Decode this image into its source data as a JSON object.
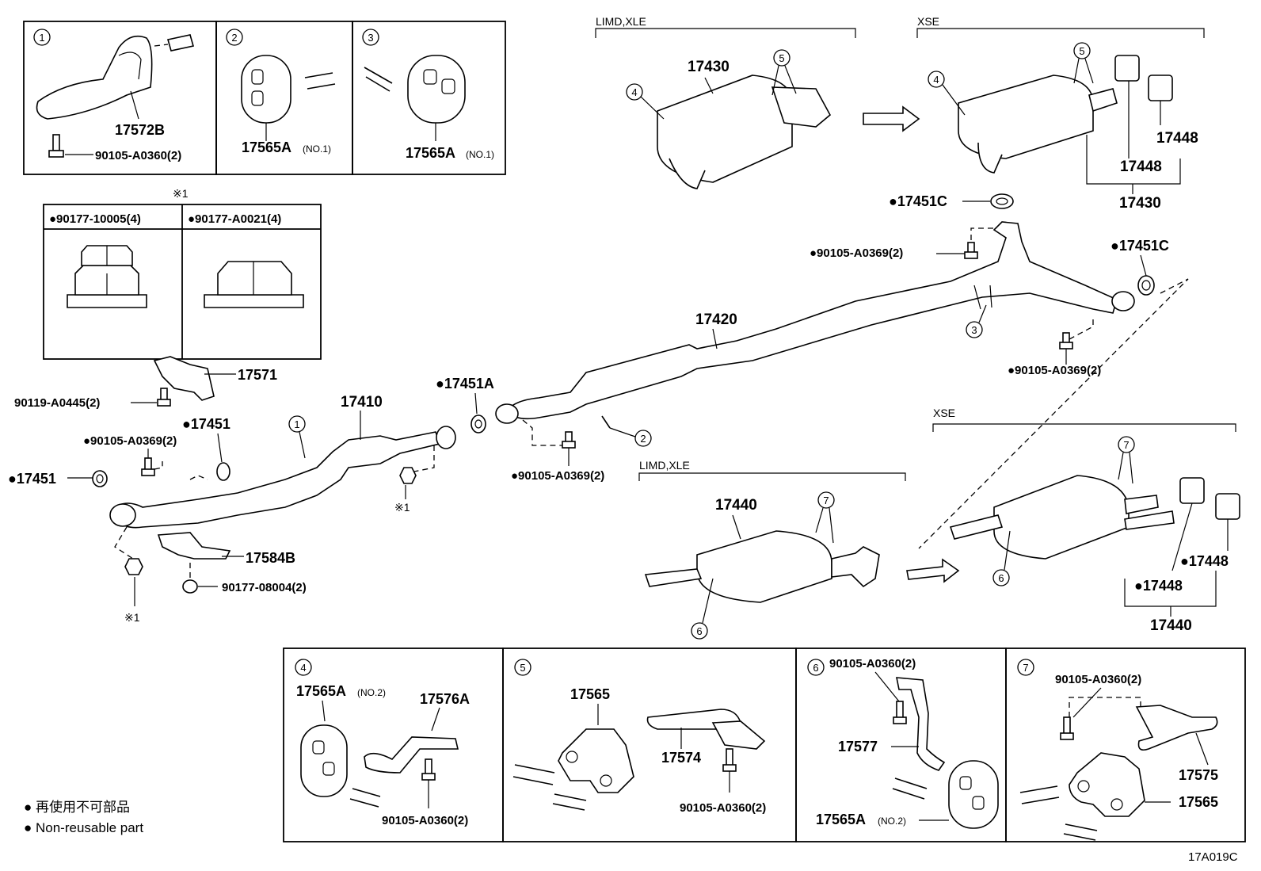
{
  "insets_top": [
    {
      "num": "1",
      "parts": [
        "17572B",
        "90105-A0360(2)"
      ]
    },
    {
      "num": "2",
      "parts": [
        "17565A",
        "(NO.1)"
      ]
    },
    {
      "num": "3",
      "parts": [
        "17565A",
        "(NO.1)"
      ]
    }
  ],
  "nut_box": {
    "mark": "※1",
    "nut1": "●90177-10005(4)",
    "nut2": "●90177-A0021(4)"
  },
  "variants": {
    "limd_xle": "LIMD,XLE",
    "xse": "XSE"
  },
  "callouts": {
    "p17430": "17430",
    "p17430b": "17430",
    "p17448a": "17448",
    "p17448b": "17448",
    "p17451C_a": "●17451C",
    "p17451C_b": "●17451C",
    "p90105_a": "●90105-A0369(2)",
    "p90105_b": "●90105-A0369(2)",
    "p90105_c": "●90105-A0369(2)",
    "p90105_d": "●90105-A0369(2)",
    "p17420": "17420",
    "p17571": "17571",
    "p90119": "90119-A0445(2)",
    "p17410": "17410",
    "p17451A": "●17451A",
    "p17451_a": "●17451",
    "p17451_b": "●17451",
    "p17584B": "17584B",
    "p90177": "90177-08004(2)",
    "p17440": "17440",
    "p17440b": "17440",
    "p17448c": "●17448",
    "p17448d": "●17448",
    "mark1a": "※1",
    "mark1b": "※1"
  },
  "insets_bottom": [
    {
      "num": "4",
      "a": "17565A",
      "a_note": "(NO.2)",
      "b": "17576A",
      "c": "90105-A0360(2)"
    },
    {
      "num": "5",
      "a": "17565",
      "b": "17574",
      "c": "90105-A0360(2)"
    },
    {
      "num": "6",
      "a": "90105-A0360(2)",
      "b": "17577",
      "c": "17565A",
      "c_note": "(NO.2)"
    },
    {
      "num": "7",
      "a": "90105-A0360(2)",
      "b": "17575",
      "c": "17565"
    }
  ],
  "legend": {
    "line_jp": "● 再使用不可部品",
    "line_en": "● Non-reusable part"
  },
  "figure_id": "17A019C"
}
